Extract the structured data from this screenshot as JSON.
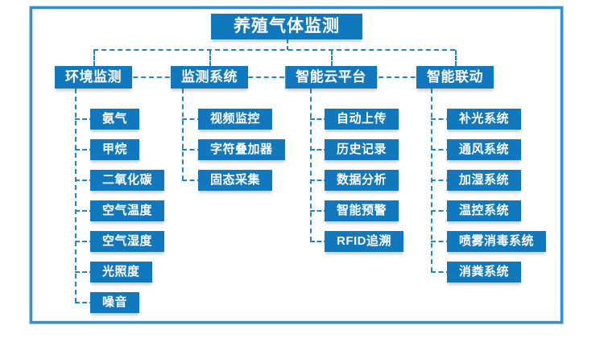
{
  "diagram": {
    "title": "养殖气体监测",
    "branches": [
      {
        "label": "环境监测",
        "children": [
          "氨气",
          "甲烷",
          "二氧化碳",
          "空气温度",
          "空气湿度",
          "光照度",
          "噪音"
        ]
      },
      {
        "label": "监测系统",
        "children": [
          "视频监控",
          "字符叠加器",
          "固态采集"
        ]
      },
      {
        "label": "智能云平台",
        "children": [
          "自动上传",
          "历史记录",
          "数据分析",
          "智能预警",
          "RFID追溯"
        ]
      },
      {
        "label": "智能联动",
        "children": [
          "补光系统",
          "通风系统",
          "加湿系统",
          "温控系统",
          "喷雾消毒系统",
          "消粪系统"
        ]
      }
    ],
    "colors": {
      "node_fill": "#1178be",
      "connector": "#2186c8",
      "frame_border": "#3b8ccd",
      "frame_border_light": "#aad0ec",
      "node_text": "#ffffff"
    }
  }
}
